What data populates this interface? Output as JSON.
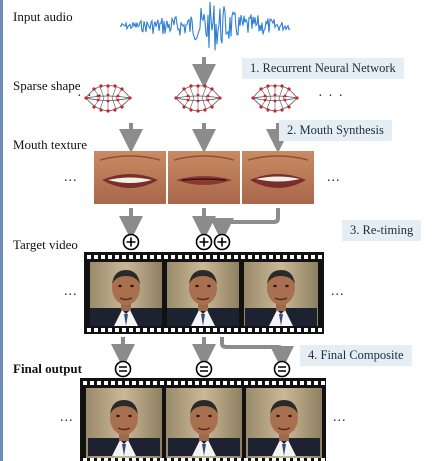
{
  "labels": {
    "input_audio": "Input audio",
    "sparse_shape": "Sparse shape",
    "mouth_texture": "Mouth texture",
    "target_video": "Target video",
    "final_output": "Final output"
  },
  "steps": [
    "1. Recurrent Neural Network",
    "2. Mouth Synthesis",
    "3. Re-timing",
    "4. Final Composite"
  ],
  "ellipsis": "...",
  "ellipsis_dots": "· · ·",
  "colors": {
    "waveform": "#2f7fd6",
    "arrow": "#8c8c8c",
    "step_box": "#e6eef5",
    "mesh_line": "#555555",
    "mesh_point": "#d0202a",
    "film": "#111111"
  },
  "icons": {
    "plus": "circled-plus-icon",
    "equals": "circled-equals-icon"
  }
}
